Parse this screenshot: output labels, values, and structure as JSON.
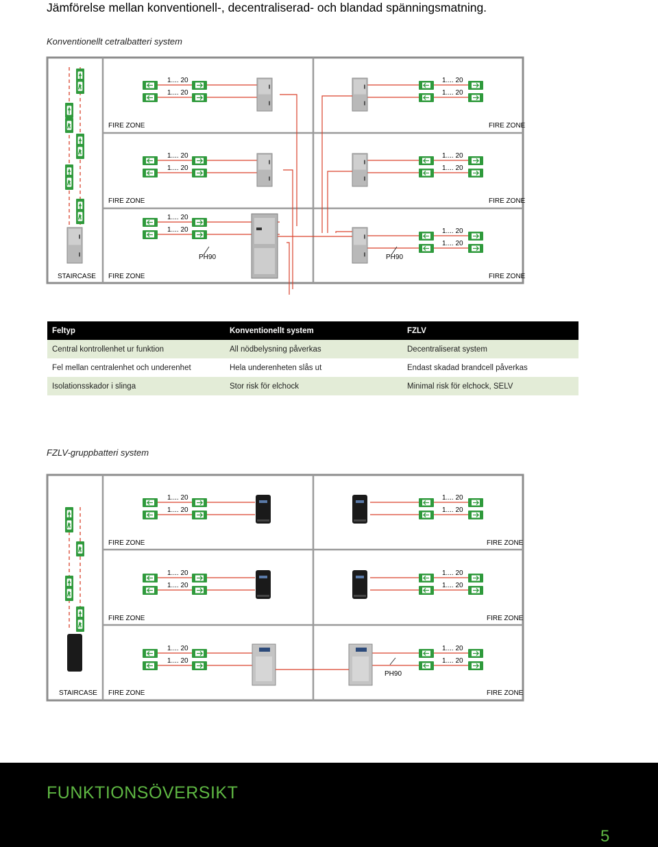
{
  "header": {
    "title": "Jämförelse mellan konventionell-, decentraliserad- och blandad spänningsmatning."
  },
  "diagram1": {
    "subtitle": "Konventionellt cetralbatteri system",
    "range_label": "1.... 20",
    "fire_zone_label": "FIRE ZONE",
    "staircase_label": "STAIRCASE",
    "ph90_label": "PH90",
    "wire_color": "#d9412b",
    "sign_color": "#2f9a3c"
  },
  "table": {
    "headers": [
      "Feltyp",
      "Konventionellt system",
      "FZLV"
    ],
    "rows": [
      [
        "Central kontrollenhet ur funktion",
        "All nödbelysning påverkas",
        "Decentraliserat system"
      ],
      [
        "Fel mellan centralenhet och underenhet",
        "Hela underenheten slås ut",
        "Endast skadad brandcell påverkas"
      ],
      [
        "Isolationsskador i slinga",
        "Stor risk för elchock",
        "Minimal risk för elchock, SELV"
      ]
    ],
    "header_bg": "#000000",
    "alt_row_bg": "#e3ecd7"
  },
  "diagram2": {
    "subtitle": "FZLV-gruppbatteri system",
    "range_label": "1.... 20",
    "fire_zone_label": "FIRE ZONE",
    "staircase_label": "STAIRCASE",
    "ph90_label": "PH90"
  },
  "footer": {
    "title": "FUNKTIONSÖVERSIKT",
    "page_number": "5",
    "accent_color": "#5fb843"
  }
}
